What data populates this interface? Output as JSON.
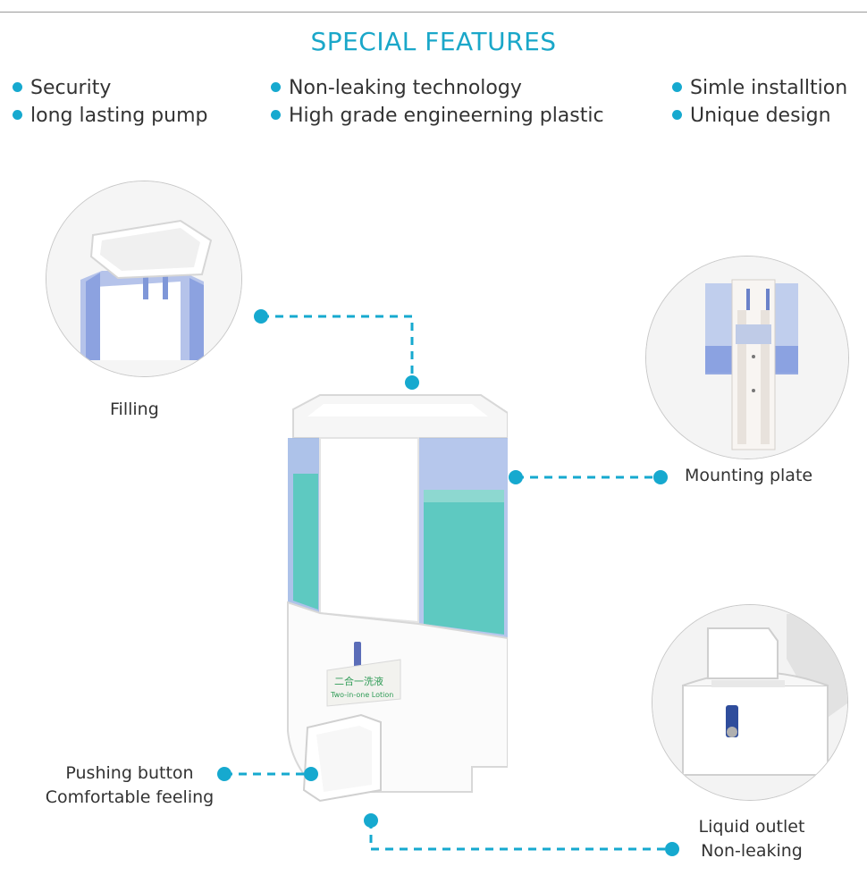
{
  "title": "SPECIAL FEATURES",
  "features": [
    {
      "text": "Security"
    },
    {
      "text": "long lasting pump"
    },
    {
      "text": "Non-leaking technology"
    },
    {
      "text": "High grade engineerning plastic"
    },
    {
      "text": "Simle installtion"
    },
    {
      "text": "Unique design"
    }
  ],
  "callouts": {
    "filling": "Filling",
    "mounting": "Mounting plate",
    "pushing_1": "Pushing button",
    "pushing_2": "Comfortable feeling",
    "outlet_1": "Liquid outlet",
    "outlet_2": "Non-leaking"
  },
  "product_label": {
    "line1": "二合一洗液",
    "line2": "Two-in-one Lotion"
  },
  "colors": {
    "accent": "#16a9cf",
    "liquid": "#5ec9c1"
  }
}
